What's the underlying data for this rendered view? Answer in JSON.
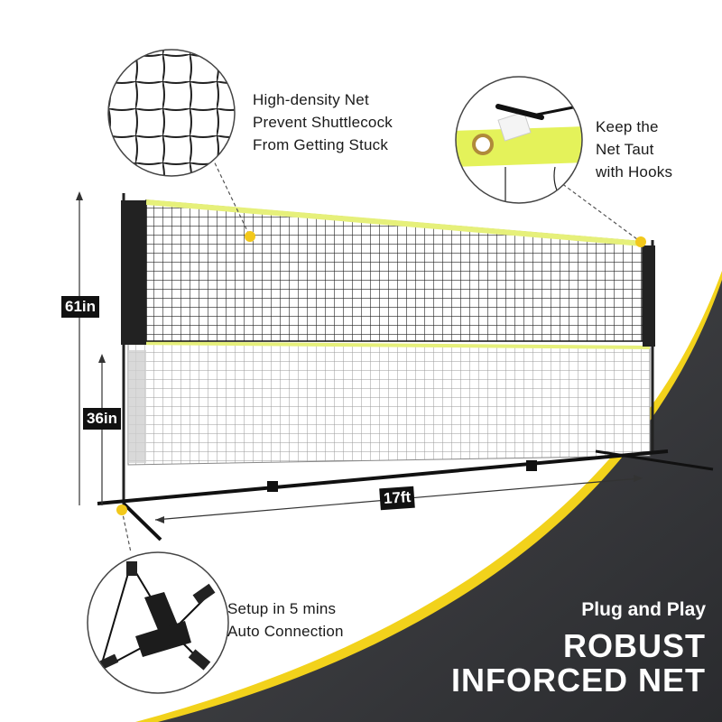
{
  "callouts": {
    "net_density": {
      "lines": [
        "High-density Net",
        "Prevent Shuttlecock",
        "From Getting Stuck"
      ],
      "icon": "net-mesh-closeup-icon"
    },
    "hooks": {
      "lines": [
        "Keep the",
        "Net Taut",
        "with Hooks"
      ],
      "icon": "hook-grommet-closeup-icon"
    },
    "setup": {
      "lines": [
        "Setup in 5 mins",
        "Auto Connection"
      ],
      "icon": "four-way-connector-icon"
    }
  },
  "dimensions": {
    "height_high": "61in",
    "height_low": "36in",
    "width": "17ft"
  },
  "banner": {
    "subtitle": "Plug and Play",
    "title_line1": "ROBUST",
    "title_line2": "INFORCED NET"
  },
  "colors": {
    "accent_yellow": "#f2d21b",
    "net_tape": "#e6f07a",
    "dark_panel": "#3a3b3e",
    "badge_black": "#111111"
  }
}
